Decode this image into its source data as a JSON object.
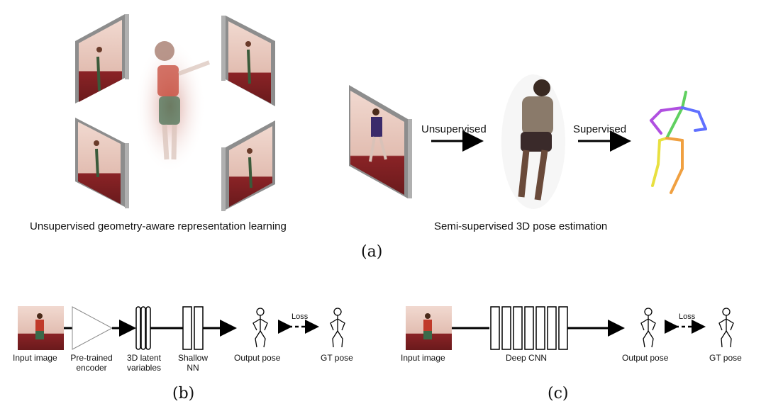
{
  "panel_a": {
    "left_caption": "Unsupervised geometry-aware representation learning",
    "right_caption": "Semi-supervised 3D pose estimation",
    "arrow_unsupervised": "Unsupervised",
    "arrow_supervised": "Supervised",
    "sublabel": "(a)"
  },
  "panel_b": {
    "input_image": "Input image",
    "encoder_line1": "Pre-trained",
    "encoder_line2": "encoder",
    "latent_line1": "3D latent",
    "latent_line2": "variables",
    "shallow_line1": "Shallow",
    "shallow_line2": "NN",
    "output_pose": "Output pose",
    "loss": "Loss",
    "gt_pose": "GT pose",
    "sublabel": "(b)"
  },
  "panel_c": {
    "input_image": "Input image",
    "deep_cnn": "Deep CNN",
    "output_pose": "Output pose",
    "loss": "Loss",
    "gt_pose": "GT pose",
    "sublabel": "(c)"
  },
  "colors": {
    "panel_wall": "#e8c9c0",
    "panel_floor": "#7a1f22",
    "panel_side": "#9a9a9a",
    "skeleton": [
      "#5ad05a",
      "#b050e0",
      "#6070ff",
      "#e0e040",
      "#f0a040"
    ]
  }
}
